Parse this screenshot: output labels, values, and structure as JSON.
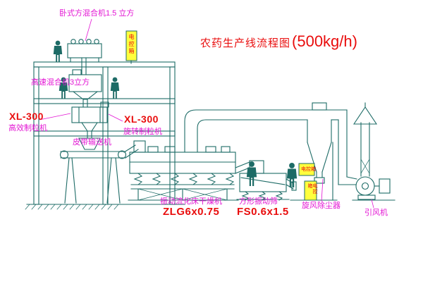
{
  "title": {
    "main": "农药生产线流程图",
    "capacity": "(500kg/h)"
  },
  "equipment_labels": {
    "horizontal_mixer": "卧式方混合机1.5 立方",
    "high_speed_mixer": "高速混合机3立方",
    "granulator_left_model": "XL-300",
    "granulator_left_name": "高效制粒机",
    "granulator_right_model": "XL-300",
    "granulator_right_name": "旋转制粒机",
    "belt_conveyor": "皮带输送机",
    "dryer_name": "振动流化床干燥机",
    "dryer_model": "ZLG6x0.75",
    "sieve_name": "方形振动筛",
    "sieve_model": "FS0.6x1.5",
    "cyclone": "旋风除尘器",
    "fan": "引风机"
  },
  "control_panels": {
    "panel_top": "电控箱",
    "panel_mid": "电控箱",
    "panel_low": "电控箱"
  },
  "colors": {
    "line": "#1d6b66",
    "label_magenta": "#e316d4",
    "label_red": "#e90d0d",
    "panel_yellow": "#ffff3d"
  }
}
